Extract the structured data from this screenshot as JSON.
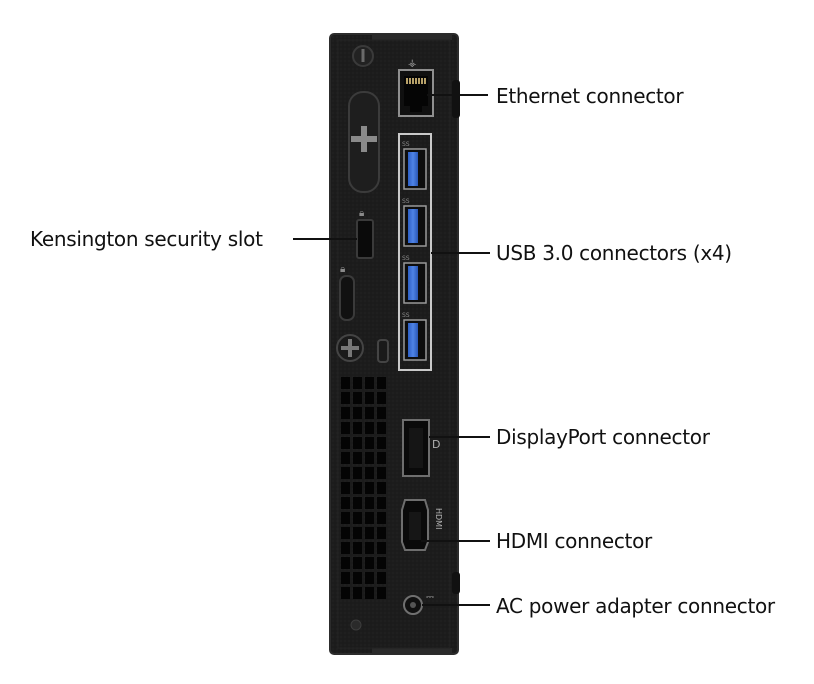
{
  "labels": {
    "ethernet": "Ethernet connector",
    "kensington": "Kensington security slot",
    "usb": "USB 3.0 connectors (x4)",
    "displayport": "DisplayPort connector",
    "hdmi": "HDMI connector",
    "ac_power": "AC power adapter connector"
  },
  "colors": {
    "chassis": "#1b1b1b",
    "chassis_edge": "#2d2d2d",
    "usb_blue": "#3b6fd6",
    "callout_line": "#111111",
    "label_text": "#111111"
  },
  "usb_port_count": 4
}
